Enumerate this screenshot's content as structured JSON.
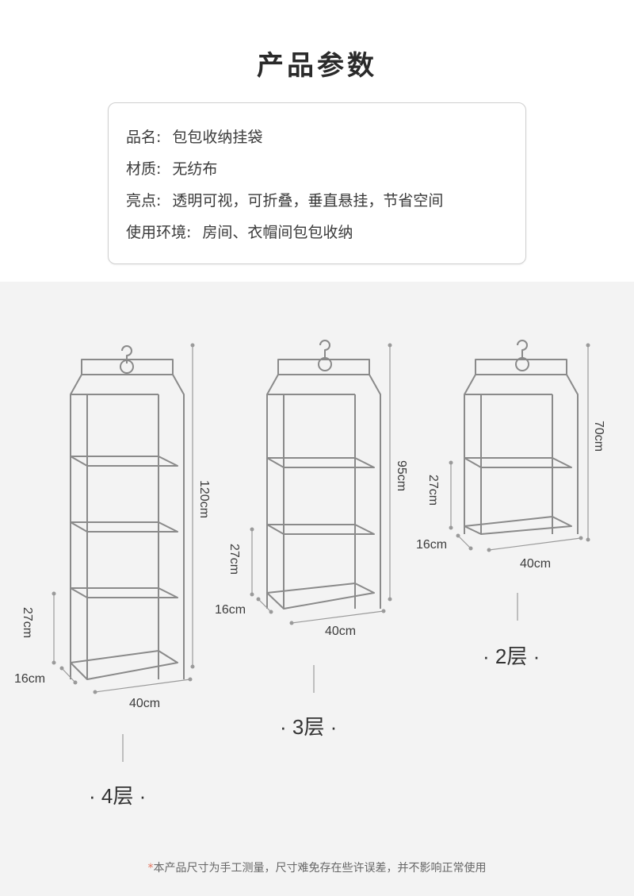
{
  "title": "产品参数",
  "specs": [
    {
      "key": "品名:",
      "value": "包包收纳挂袋"
    },
    {
      "key": "材质:",
      "value": "无纺布"
    },
    {
      "key": "亮点:",
      "value": "透明可视，可折叠，垂直悬挂，节省空间"
    },
    {
      "key": "使用环境:",
      "value": "房间、衣帽间包包收纳"
    }
  ],
  "models": [
    {
      "layer_label": "· 4层 ·",
      "height": "120cm",
      "shelf_height": "27cm",
      "depth": "16cm",
      "width": "40cm"
    },
    {
      "layer_label": "· 3层 ·",
      "height": "95cm",
      "shelf_height": "27cm",
      "depth": "16cm",
      "width": "40cm"
    },
    {
      "layer_label": "· 2层 ·",
      "height": "70cm",
      "shelf_height": "27cm",
      "depth": "16cm",
      "width": "40cm"
    }
  ],
  "footnote": {
    "star": "*",
    "text": "本产品尺寸为手工测量，尺寸难免存在些许误差，并不影响正常使用"
  },
  "colors": {
    "frame_line": "#8a8a8a",
    "accent_star": "#e2735d",
    "panel_bg": "#f3f3f3"
  }
}
